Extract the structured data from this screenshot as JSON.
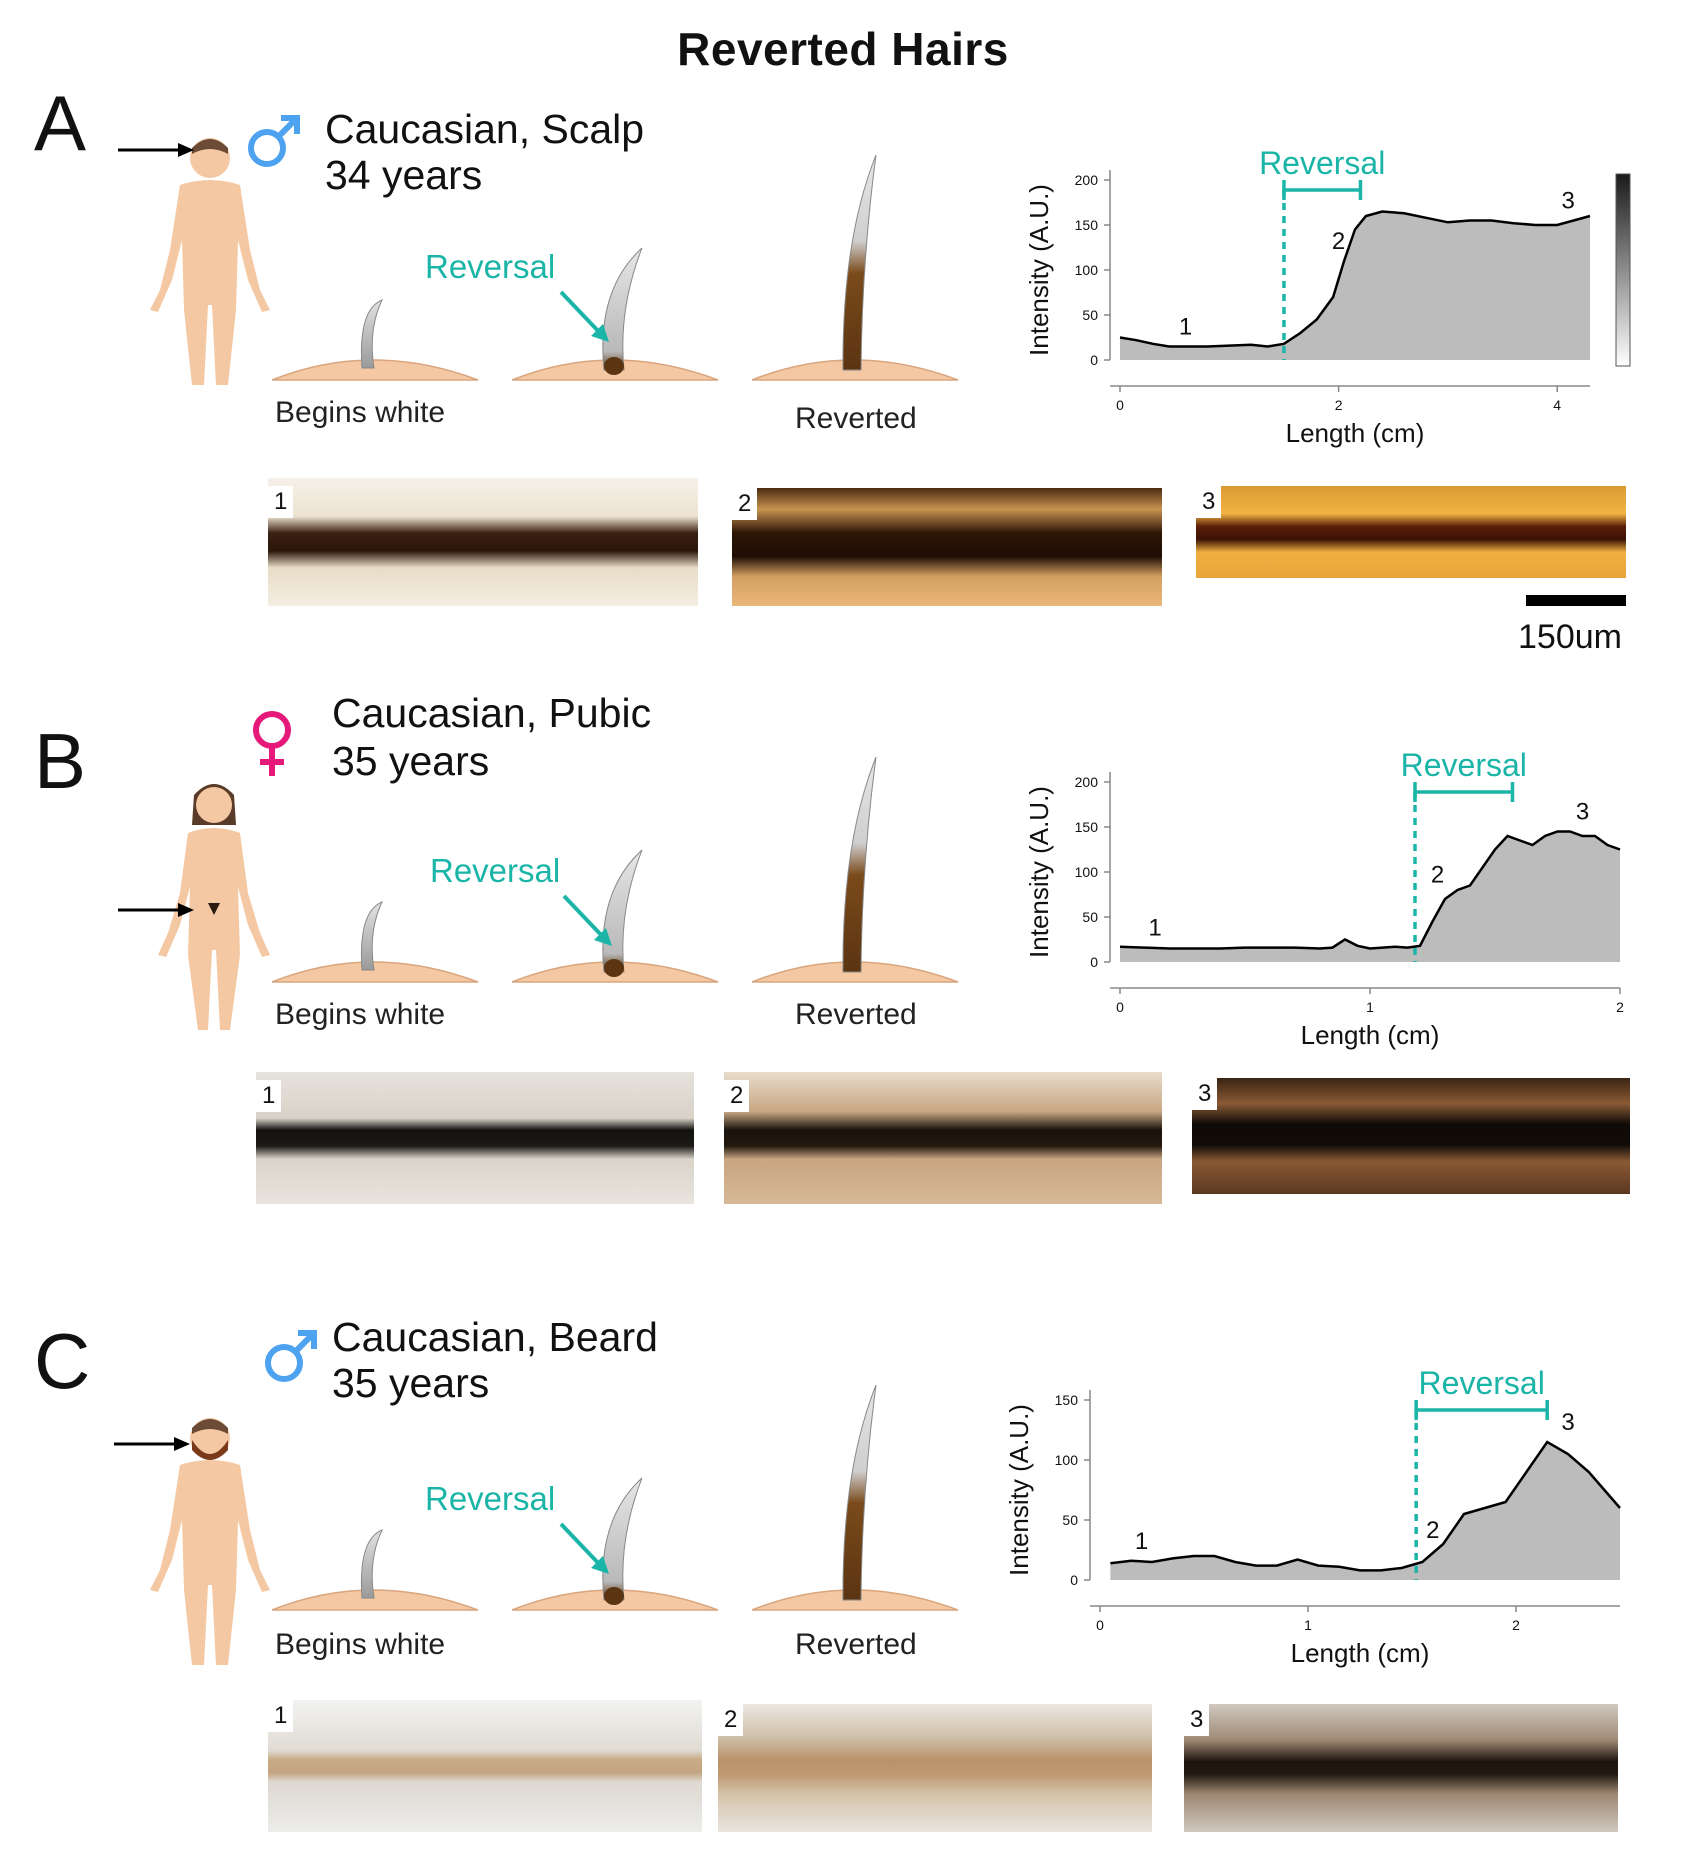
{
  "title": "Reverted Hairs",
  "colors": {
    "teal": "#1bb5a8",
    "male_blue": "#4da3f0",
    "female_pink": "#e6197a",
    "skin": "#f4c8a2",
    "area_fill": "#bcbcbc"
  },
  "captions": {
    "begins_white": "Begins white",
    "reverted": "Reverted",
    "reversal": "Reversal"
  },
  "scale_bar": {
    "label": "150um"
  },
  "panels": [
    {
      "letter": "A",
      "sex_icon": "male-symbol-icon",
      "line1": "Caucasian, Scalp",
      "line2": "34 years",
      "body_site": "scalp",
      "strips": [
        "1",
        "2",
        "3"
      ]
    },
    {
      "letter": "B",
      "sex_icon": "female-symbol-icon",
      "line1": "Caucasian, Pubic",
      "line2": "35 years",
      "body_site": "pubic",
      "strips": [
        "1",
        "2",
        "3"
      ]
    },
    {
      "letter": "C",
      "sex_icon": "male-symbol-icon",
      "line1": "Caucasian, Beard",
      "line2": "35 years",
      "body_site": "beard",
      "strips": [
        "1",
        "2",
        "3"
      ]
    }
  ],
  "chart_data": [
    {
      "type": "area",
      "xlabel": "Length (cm)",
      "ylabel": "Intensity (A.U.)",
      "xlim": [
        0,
        4.3
      ],
      "ylim": [
        0,
        200
      ],
      "xticks": [
        0,
        2,
        4
      ],
      "yticks": [
        0,
        50,
        100,
        150,
        200
      ],
      "x": [
        0,
        0.15,
        0.3,
        0.45,
        0.6,
        0.8,
        1.0,
        1.2,
        1.35,
        1.5,
        1.65,
        1.8,
        1.95,
        2.05,
        2.15,
        2.25,
        2.4,
        2.6,
        2.8,
        3.0,
        3.2,
        3.4,
        3.6,
        3.8,
        4.0,
        4.15,
        4.3
      ],
      "y": [
        25,
        22,
        18,
        15,
        15,
        15,
        16,
        17,
        15,
        18,
        30,
        45,
        70,
        110,
        145,
        160,
        165,
        163,
        158,
        153,
        155,
        155,
        152,
        150,
        150,
        155,
        160
      ],
      "reversal_start": 1.5,
      "reversal_end": 2.2,
      "point_labels": [
        {
          "text": "1",
          "x": 0.6,
          "y": 15
        },
        {
          "text": "2",
          "x": 2.0,
          "y": 110
        },
        {
          "text": "3",
          "x": 4.1,
          "y": 155
        }
      ],
      "colorbar": true
    },
    {
      "type": "area",
      "xlabel": "Length (cm)",
      "ylabel": "Intensity (A.U.)",
      "xlim": [
        0,
        2
      ],
      "ylim": [
        0,
        200
      ],
      "xticks": [
        0,
        1,
        2
      ],
      "yticks": [
        0,
        50,
        100,
        150,
        200
      ],
      "x": [
        0,
        0.1,
        0.2,
        0.3,
        0.4,
        0.5,
        0.6,
        0.7,
        0.8,
        0.85,
        0.9,
        0.95,
        1.0,
        1.05,
        1.1,
        1.15,
        1.2,
        1.25,
        1.3,
        1.35,
        1.4,
        1.45,
        1.5,
        1.55,
        1.6,
        1.65,
        1.7,
        1.75,
        1.8,
        1.85,
        1.9,
        1.95,
        2.0
      ],
      "y": [
        17,
        16,
        15,
        15,
        15,
        16,
        16,
        16,
        15,
        16,
        25,
        18,
        15,
        16,
        17,
        16,
        18,
        45,
        70,
        80,
        85,
        105,
        125,
        140,
        135,
        130,
        140,
        145,
        145,
        140,
        140,
        130,
        125
      ],
      "reversal_start": 1.18,
      "reversal_end": 1.57,
      "point_labels": [
        {
          "text": "1",
          "x": 0.14,
          "y": 16
        },
        {
          "text": "2",
          "x": 1.27,
          "y": 75
        },
        {
          "text": "3",
          "x": 1.85,
          "y": 145
        }
      ],
      "colorbar": false
    },
    {
      "type": "area",
      "xlabel": "Length (cm)",
      "ylabel": "Intensity (A.U.)",
      "xlim": [
        0,
        2.5
      ],
      "ylim": [
        0,
        150
      ],
      "xticks": [
        0,
        1,
        2
      ],
      "yticks": [
        0,
        50,
        100,
        150
      ],
      "x": [
        0.05,
        0.15,
        0.25,
        0.35,
        0.45,
        0.55,
        0.65,
        0.75,
        0.85,
        0.95,
        1.05,
        1.15,
        1.25,
        1.35,
        1.45,
        1.55,
        1.65,
        1.75,
        1.85,
        1.95,
        2.05,
        2.15,
        2.25,
        2.35,
        2.45,
        2.5
      ],
      "y": [
        14,
        16,
        15,
        18,
        20,
        20,
        15,
        12,
        12,
        17,
        12,
        11,
        8,
        8,
        10,
        15,
        30,
        55,
        60,
        65,
        90,
        115,
        105,
        90,
        70,
        60
      ],
      "reversal_start": 1.52,
      "reversal_end": 2.15,
      "point_labels": [
        {
          "text": "1",
          "x": 0.2,
          "y": 16
        },
        {
          "text": "2",
          "x": 1.6,
          "y": 25
        },
        {
          "text": "3",
          "x": 2.25,
          "y": 115
        }
      ],
      "colorbar": false
    }
  ]
}
